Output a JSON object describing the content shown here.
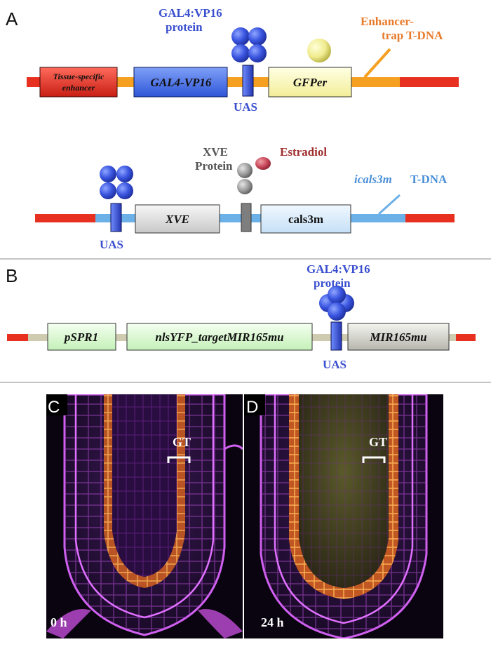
{
  "panels": {
    "a": "A",
    "b": "B",
    "c": "C",
    "d": "D"
  },
  "panel_a": {
    "top": {
      "protein_label_1": "GAL4:VP16",
      "protein_label_2": "protein",
      "tdna_label_1": "Enhancer-",
      "tdna_label_2": "trap T-DNA",
      "enhancer_1": "Tissue-specific",
      "enhancer_2": "enhancer",
      "gal4": "GAL4-VP16",
      "uas": "UAS",
      "gfper": "GFPer"
    },
    "bottom": {
      "xve_protein_1": "XVE",
      "xve_protein_2": "Protein",
      "estradiol": "Estradiol",
      "icals3m": "icals3m",
      "tdna": "T-DNA",
      "xve": "XVE",
      "cals3m": "cals3m",
      "uas": "UAS"
    }
  },
  "panel_b": {
    "protein_label_1": "GAL4:VP16",
    "protein_label_2": "protein",
    "pspr1": "pSPR1",
    "nlsyfp": "nlsYFP_targetMIR165mu",
    "mir165mu": "MIR165mu",
    "uas": "UAS"
  },
  "micrographs": {
    "c": {
      "gt_label": "GT",
      "time": "0 h"
    },
    "d": {
      "gt_label": "GT",
      "time": "24 h"
    }
  },
  "colors": {
    "gal4_blue": "#3a4fcf",
    "tdna_orange": "#e87a2a",
    "chromosome_red": "#e83020",
    "icals_blue": "#6cb0e8",
    "magenta_cellwall": "#c24dd8",
    "orange_gfp": "#f08a30"
  }
}
